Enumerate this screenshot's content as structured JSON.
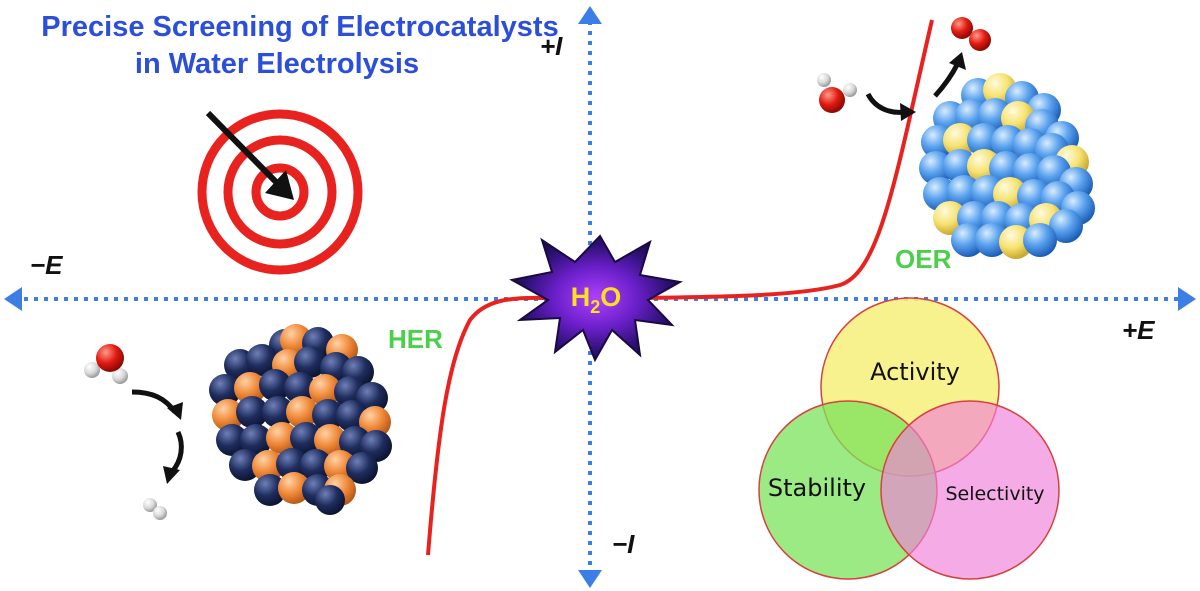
{
  "title": {
    "line1": "Precise Screening of Electrocatalysts",
    "line2": "in Water Electrolysis"
  },
  "axes": {
    "plus_i": "+I",
    "minus_i": "−I",
    "minus_e": "−E",
    "plus_e": "+E"
  },
  "center": {
    "h": "H",
    "sub": "2",
    "o": "O"
  },
  "reactions": {
    "her": "HER",
    "oer": "OER"
  },
  "venn": {
    "activity": "Activity",
    "stability": "Stability",
    "selectivity": "Selectivity"
  },
  "colors": {
    "title": "#2b4fd8",
    "axis": "#3d7ee6",
    "curve": "#e8231f",
    "reaction_text": "#4cd04c",
    "venn_activity": "#f7f07a",
    "venn_stability": "#7be35a",
    "venn_selectivity": "#ef7fd9",
    "her_catalyst_dark": "#1f2d5e",
    "her_catalyst_orange": "#f08a3a",
    "oer_catalyst_blue": "#3f8fe8",
    "oer_catalyst_yellow": "#f7e270"
  }
}
